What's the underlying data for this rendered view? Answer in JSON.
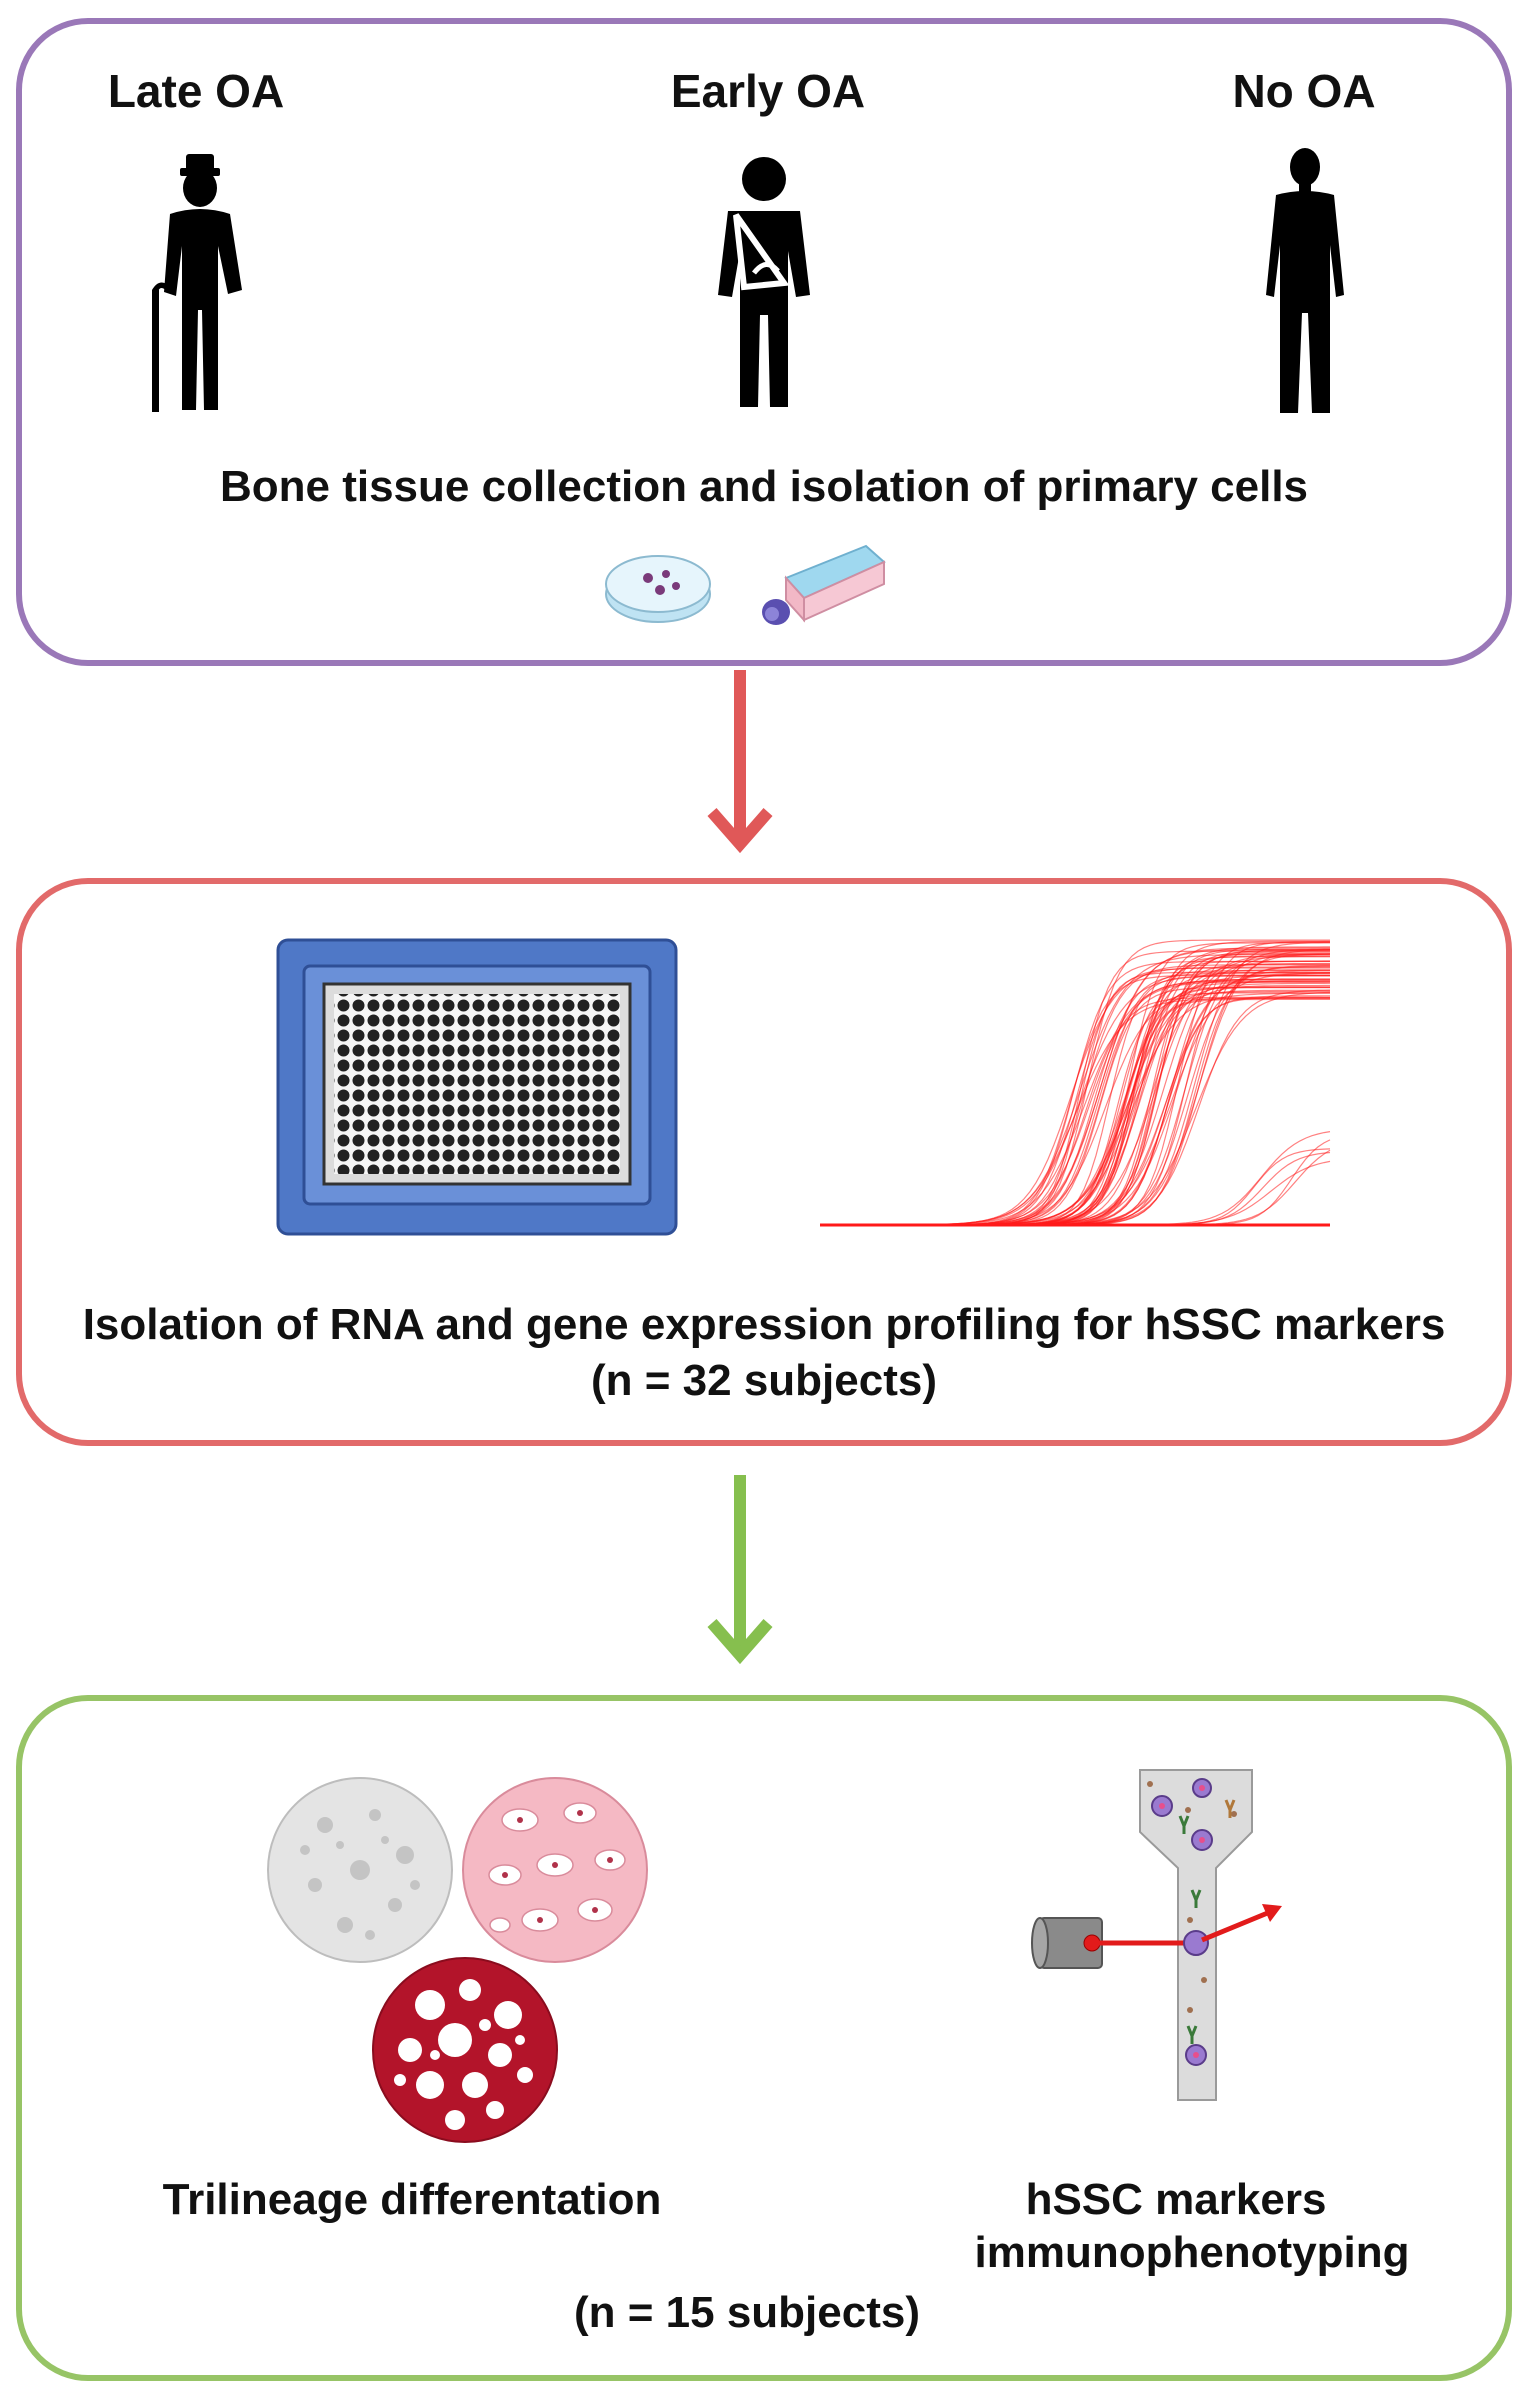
{
  "colors": {
    "panel1_border": "#9a78b8",
    "panel2_border": "#e26a6a",
    "panel3_border": "#97c466",
    "arrow1": "#e05858",
    "arrow2": "#86bf4e",
    "curves": "#ff1a1a",
    "plate": "#4f78c7"
  },
  "step1": {
    "groups": [
      "Late OA",
      "Early OA",
      "No OA"
    ],
    "caption": "Bone tissue collection and isolation of primary cells"
  },
  "step2": {
    "caption_line1": "Isolation of RNA and gene expression profiling for hSSC markers",
    "caption_line2": "(n = 32 subjects)"
  },
  "step3": {
    "left_label": "Trilineage differentation",
    "right_label_line1": "hSSC markers",
    "right_label_line2": "immunophenotyping",
    "footer": "(n = 15 subjects)"
  },
  "icons": {
    "late_oa": "elderly-person-with-cane-icon",
    "early_oa": "person-with-arm-sling-icon",
    "no_oa": "person-silhouette-icon",
    "dish": "petri-dish-icon",
    "flask": "culture-flask-icon",
    "plate": "well-plate-icon",
    "pcr": "amplification-curves-icon",
    "osteo": "osteogenic-stain-circle-icon",
    "chondro": "chondrogenic-stain-circle-icon",
    "adipo": "adipogenic-stain-circle-icon",
    "flow": "flow-cytometer-icon"
  }
}
